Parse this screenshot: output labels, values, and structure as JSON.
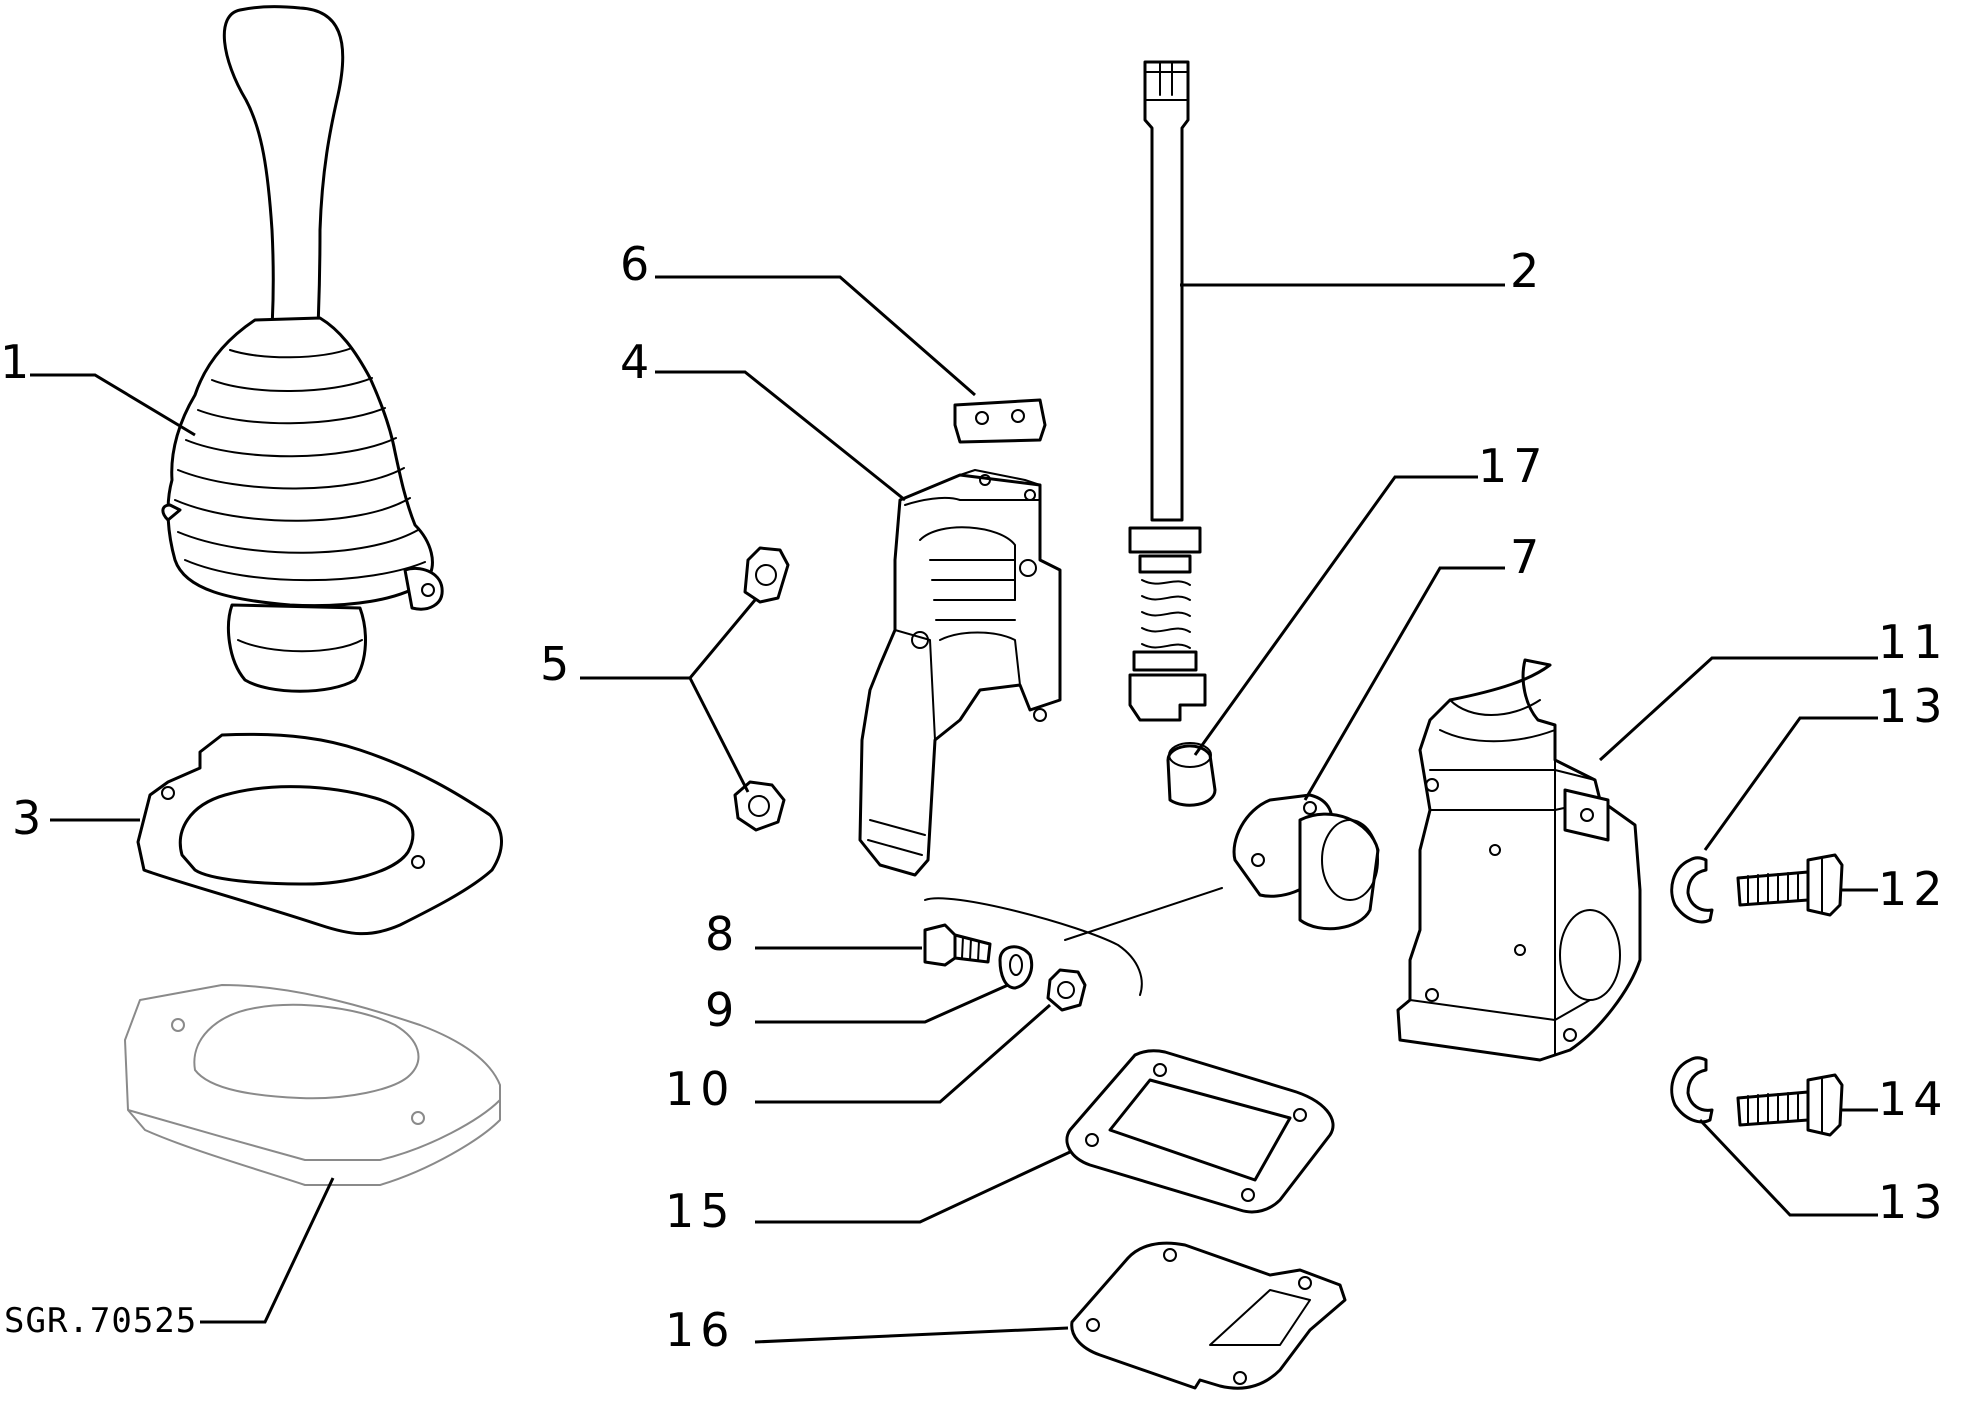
{
  "reference": "SGR.70525",
  "callouts": {
    "c1": "1",
    "c2": "2",
    "c3": "3",
    "c4": "4",
    "c5": "5",
    "c6": "6",
    "c7": "7",
    "c8": "8",
    "c9": "9",
    "c10": "10",
    "c11": "11",
    "c12": "12",
    "c13a": "13",
    "c13b": "13",
    "c14": "14",
    "c15": "15",
    "c16": "16",
    "c17": "17"
  }
}
